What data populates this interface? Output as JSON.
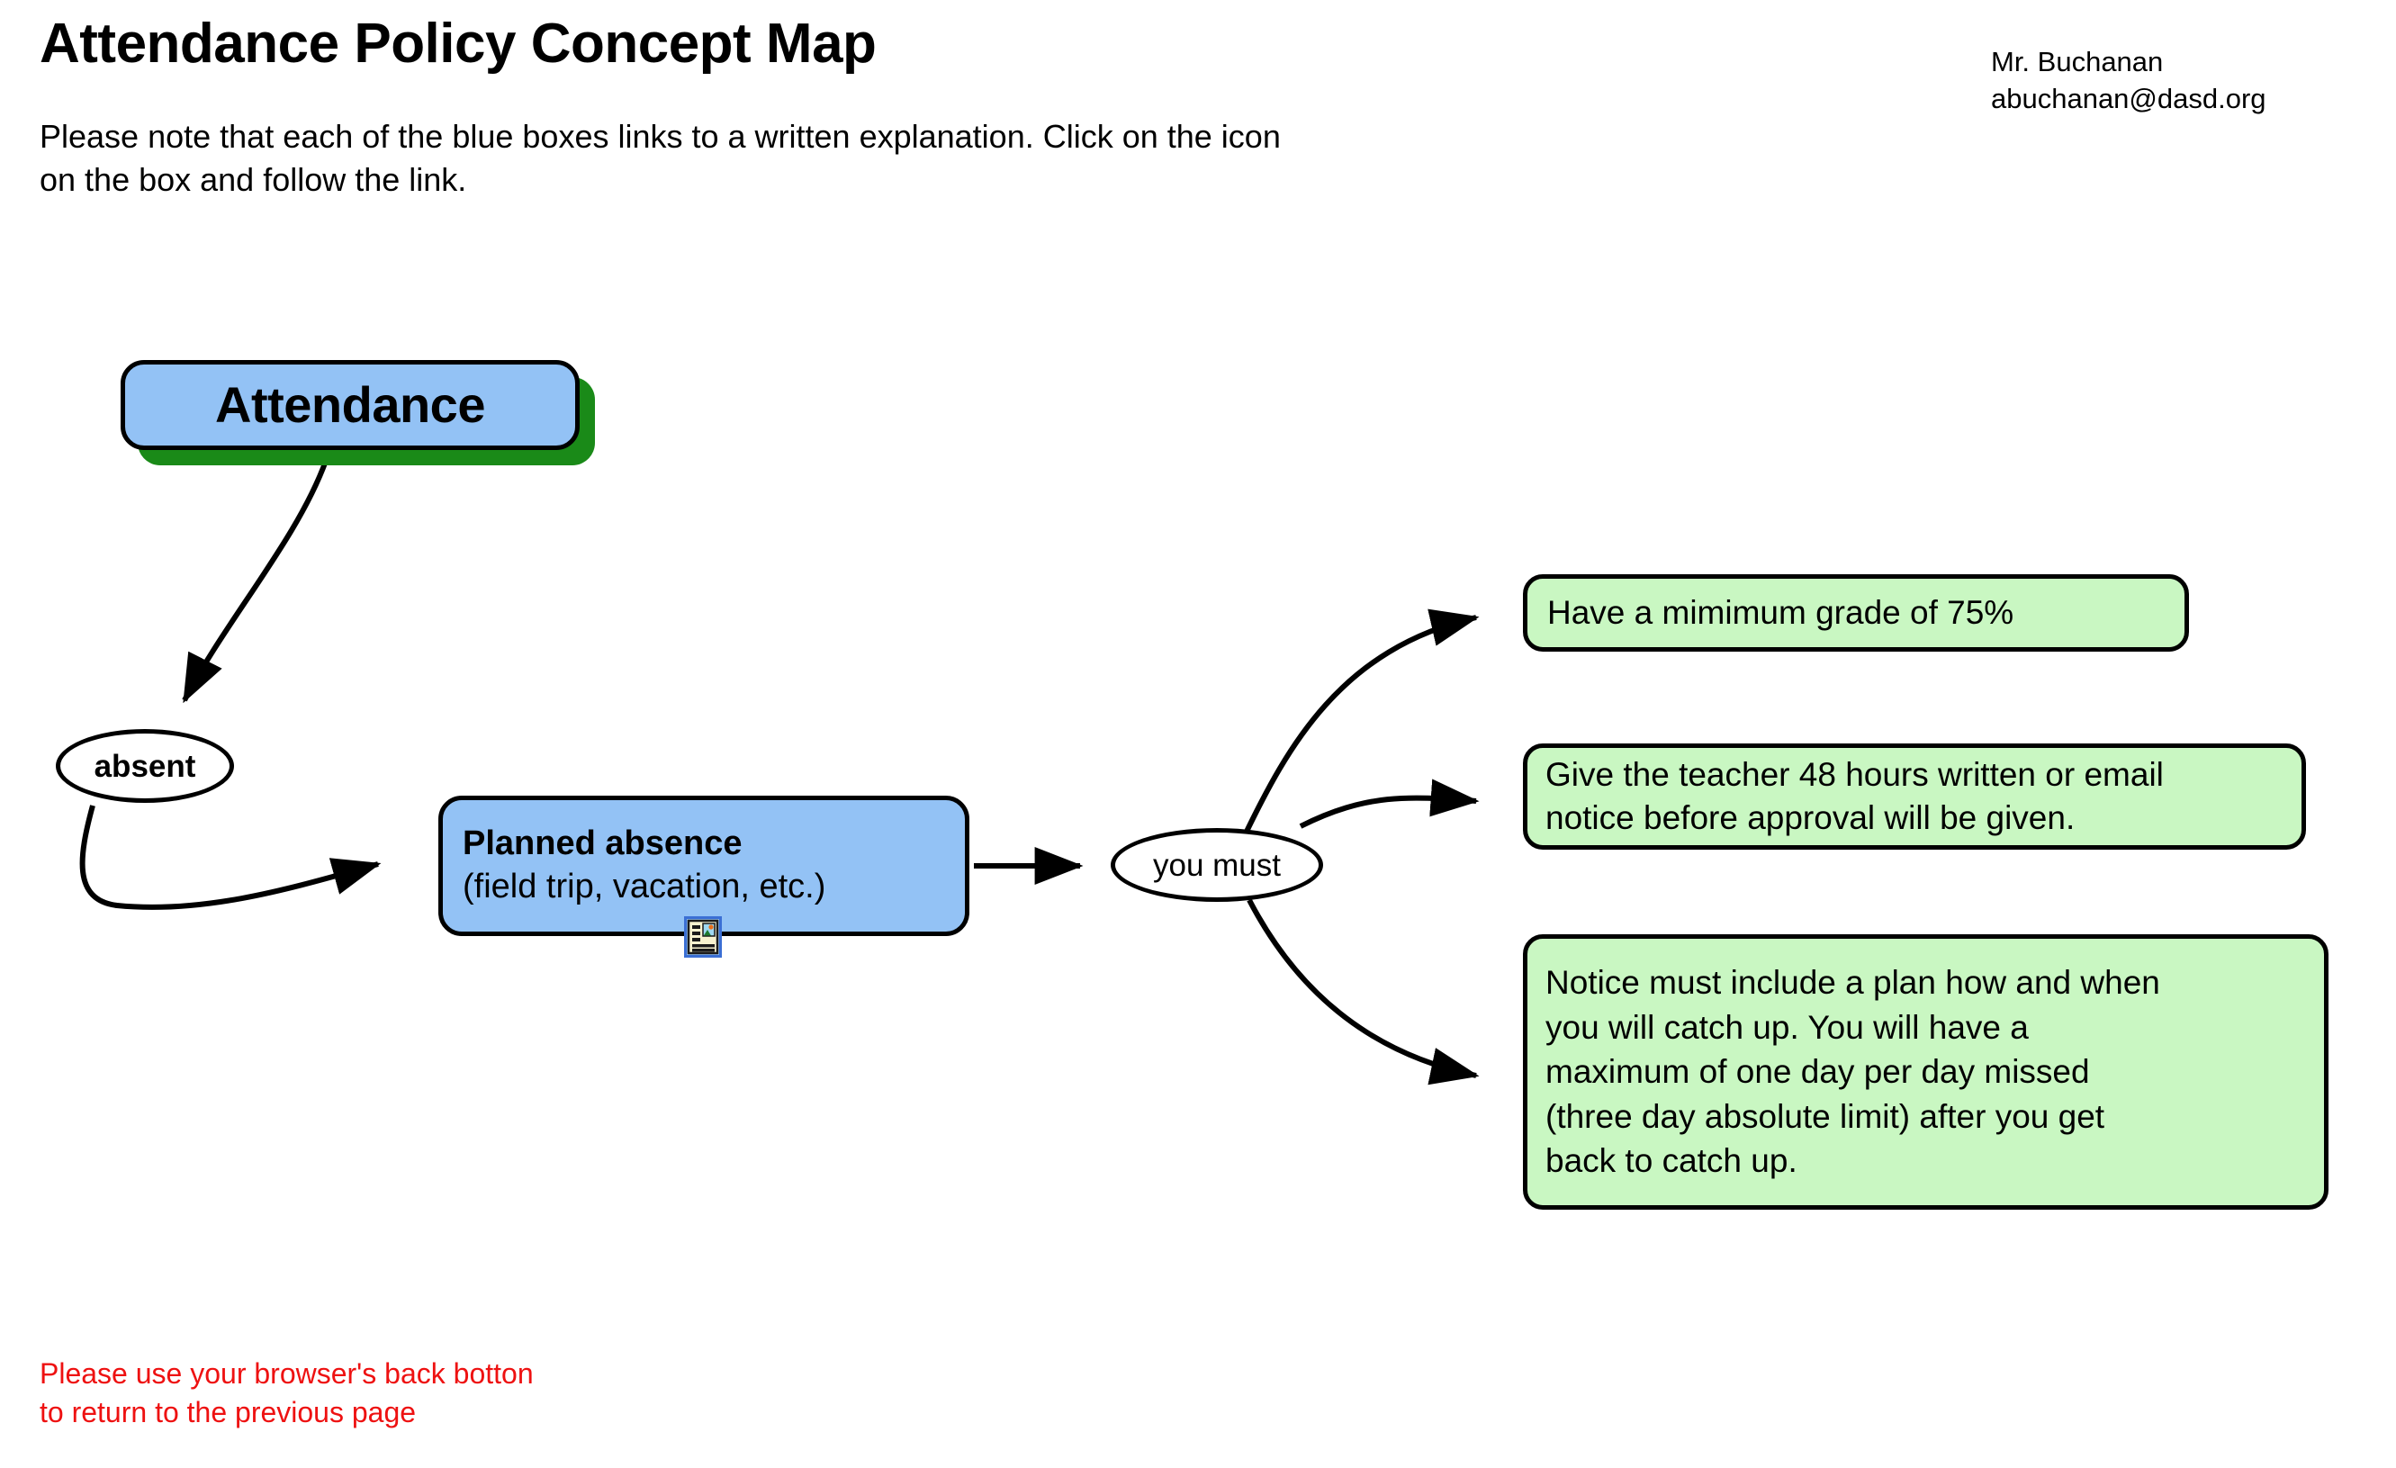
{
  "header": {
    "title": "Attendance Policy Concept Map",
    "subtitle": "Please note that each of the blue boxes links to a written explanation. Click on the icon\non the box and follow the link.",
    "contact_name": "Mr. Buchanan",
    "contact_email": "abuchanan@dasd.org"
  },
  "footer": {
    "note": "Please use your browser's back botton\nto return to the previous page"
  },
  "colors": {
    "blue_box_fill": "#93c2f5",
    "green_box_fill": "#c9f7c2",
    "drop_shadow_green": "#1a8a18",
    "node_border": "#000000",
    "footer_text": "#ee1111",
    "ellipse_fill": "#ffffff"
  },
  "diagram": {
    "type": "concept-map",
    "nodes": [
      {
        "id": "attendance",
        "label": "Attendance",
        "shape": "rounded-rect",
        "style": "blue-box-with-green-shadow",
        "has_link_icon": false
      },
      {
        "id": "absent",
        "label": "absent",
        "shape": "ellipse",
        "style": "white-ellipse",
        "has_link_icon": false
      },
      {
        "id": "planned-absence",
        "label_line1": "Planned absence",
        "label_line2": "(field trip, vacation, etc.)",
        "shape": "rounded-rect",
        "style": "blue-box",
        "has_link_icon": true,
        "link_icon_name": "document-image-icon"
      },
      {
        "id": "you-must",
        "label": "you must",
        "shape": "ellipse",
        "style": "white-ellipse",
        "has_link_icon": false
      },
      {
        "id": "minimum-grade",
        "label": "Have a mimimum grade of 75%",
        "shape": "rounded-rect",
        "style": "green-box",
        "has_link_icon": false
      },
      {
        "id": "notice-48-hours",
        "label": "Give the teacher 48 hours written or email\nnotice before approval will be given.",
        "shape": "rounded-rect",
        "style": "green-box",
        "has_link_icon": false
      },
      {
        "id": "catch-up-plan",
        "label": "Notice must include a plan how and when\nyou will catch up. You will have a\nmaximum of one day per day missed\n(three day absolute limit) after you get\nback to catch up.",
        "shape": "rounded-rect",
        "style": "green-box",
        "has_link_icon": false
      }
    ],
    "edges": [
      {
        "from": "attendance",
        "to": "absent",
        "style": "curved-arrow"
      },
      {
        "from": "absent",
        "to": "planned-absence",
        "style": "curved-arrow"
      },
      {
        "from": "planned-absence",
        "to": "you-must",
        "style": "straight-arrow"
      },
      {
        "from": "you-must",
        "to": "minimum-grade",
        "style": "curved-arrow"
      },
      {
        "from": "you-must",
        "to": "notice-48-hours",
        "style": "curved-arrow"
      },
      {
        "from": "you-must",
        "to": "catch-up-plan",
        "style": "curved-arrow"
      }
    ]
  }
}
